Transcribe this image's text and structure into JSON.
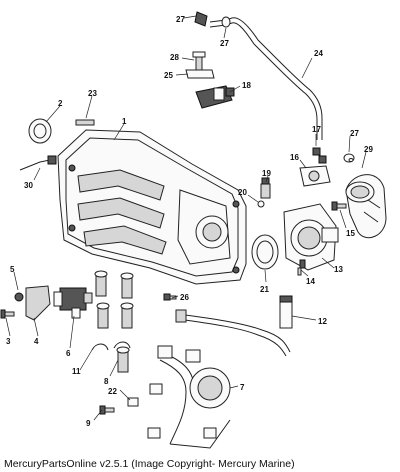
{
  "callouts": {
    "c1": "1",
    "c2": "2",
    "c3": "3",
    "c4": "4",
    "c5": "5",
    "c6": "6",
    "c7": "7",
    "c8": "8",
    "c9": "9",
    "c11": "11",
    "c12": "12",
    "c13": "13",
    "c14": "14",
    "c15": "15",
    "c16": "16",
    "c17": "17",
    "c18": "18",
    "c19": "19",
    "c20": "20",
    "c21": "21",
    "c22": "22",
    "c23": "23",
    "c24": "24",
    "c25": "25",
    "c26": "26",
    "c27a": "27",
    "c27b": "27",
    "c27c": "27",
    "c28": "28",
    "c29": "29",
    "c30": "30"
  },
  "footer": {
    "caption": "MercuryPartsOnline v2.5.1 (Image Copyright- Mercury Marine)"
  }
}
